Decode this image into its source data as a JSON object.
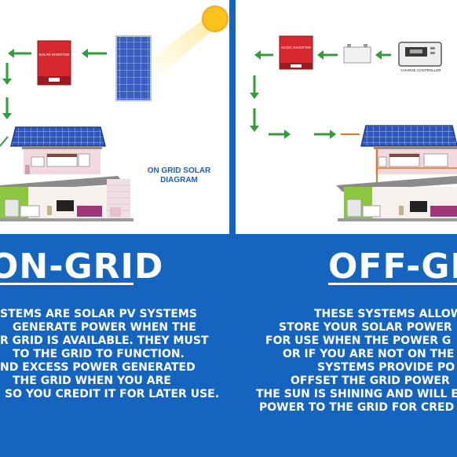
{
  "on_grid": {
    "title": "ON-GRID",
    "diagram_caption_line1": "ON GRID SOLAR",
    "diagram_caption_line2": "DIAGRAM",
    "inverter_label": "SOLAR INVERTER",
    "description_lines": [
      "STEMS ARE SOLAR PV SYSTEMS",
      "GENERATE POWER WHEN THE",
      "R GRID IS AVAILABLE. THEY MUST",
      "TO THE GRID TO FUNCTION.",
      "ND EXCESS POWER GENERATED",
      "THE GRID WHEN YOU ARE",
      "SO YOU CREDIT IT FOR LATER USE."
    ]
  },
  "off_grid": {
    "title": "OFF-GRID",
    "inverter_label": "AC/DC INVERTER",
    "charge_controller_label": "CHARGE CONTROLLER",
    "description_lines": [
      "THESE SYSTEMS ALLOW",
      "STORE YOUR SOLAR POWER",
      "FOR USE  WHEN THE POWER G",
      "OR IF YOU ARE NOT ON THE",
      "SYSTEMS PROVIDE PO",
      "OFFSET THE GRID POWER",
      "THE SUN IS SHINING AND WILL E",
      "POWER TO THE GRID FOR CRED"
    ]
  },
  "colors": {
    "blue": "#1565c0",
    "arrow_green": "#2e9d3a",
    "inverter_red": "#d7282f",
    "sun_yellow": "#f9c31b",
    "panel_blue": "#3b5fc0"
  }
}
